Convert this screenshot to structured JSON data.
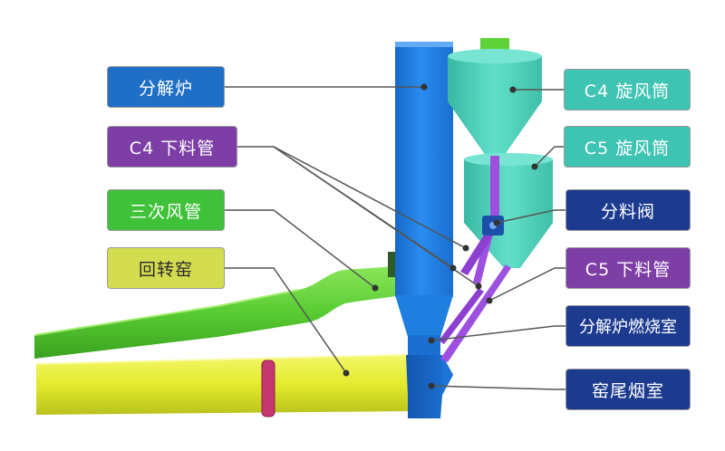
{
  "labels": {
    "left": {
      "calciner": "分解炉",
      "c4_downcomer": "C4 下料管",
      "tertiary_air_duct": "三次风管",
      "rotary_kiln": "回转窑"
    },
    "right": {
      "c4_cyclone": "C4 旋风筒",
      "c5_cyclone": "C5 旋风筒",
      "splitter_valve": "分料阀",
      "c5_downcomer": "C5 下料管",
      "calciner_combustion_chamber": "分解炉燃烧室",
      "kiln_inlet_chamber": "窑尾烟室"
    }
  },
  "colors": {
    "calciner_blue": "#1e7fe0",
    "label_blue": "#1f6fc6",
    "label_purple": "#7d3fa6",
    "label_green": "#3fc23a",
    "label_yellow": "#d4dc50",
    "label_teal": "#3fc3b3",
    "label_navy": "#1c3b8f",
    "cyclone_teal": "#4fd3bd",
    "duct_green": "#5fd23a",
    "kiln_yellow": "#e8ef3a",
    "pipe_purple": "#9d4fe0",
    "leader_line": "#555555"
  }
}
